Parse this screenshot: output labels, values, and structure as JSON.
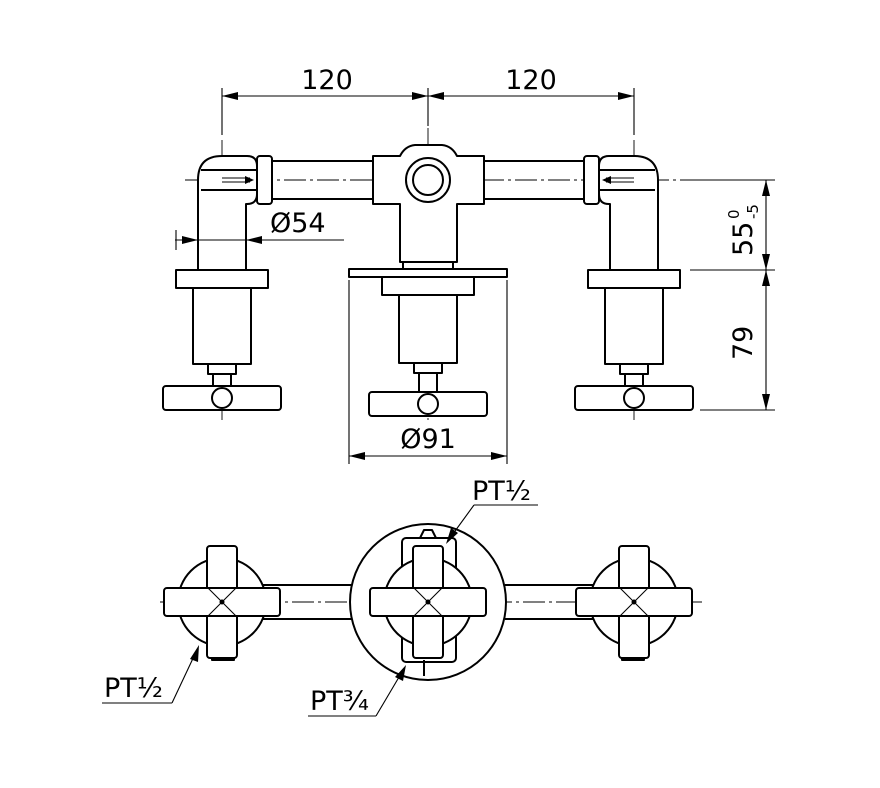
{
  "dimensions": {
    "spacing_left": "120",
    "spacing_right": "120",
    "side_diameter": "Ø54",
    "center_diameter": "Ø91",
    "height_upper": "55",
    "tolerance_upper": "0",
    "tolerance_lower": "-5",
    "height_lower": "79"
  },
  "thread_labels": {
    "top": "PT½",
    "left": "PT½",
    "center": "PT¾"
  }
}
